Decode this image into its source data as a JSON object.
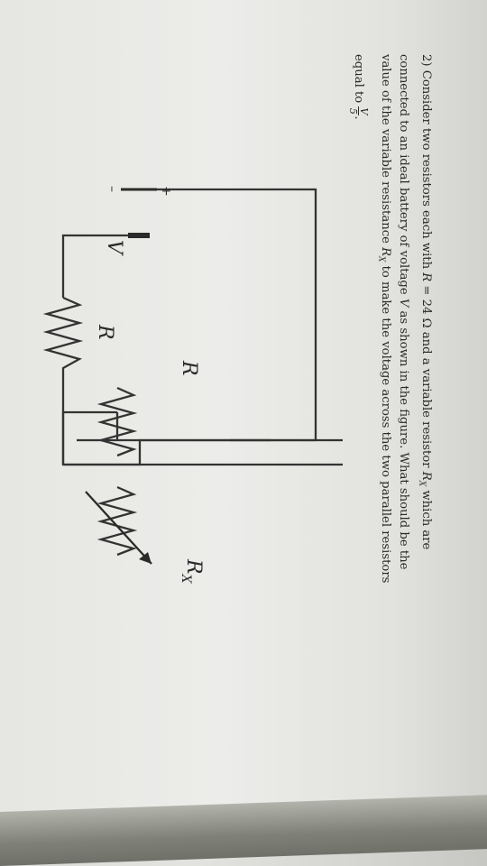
{
  "problem": {
    "line1_a": "2) Consider two resistors each with ",
    "line1_r": "R",
    "line1_b": " = 24 Ω and a variable resistor ",
    "line1_rx": "R",
    "line1_rx_sub": "X",
    "line1_c": " which are",
    "line2": "connected to an ideal battery of voltage ",
    "line2_v": "V",
    "line2_b": " as shown in the figure.  What should be the",
    "line3_a": "value of the variable resistance ",
    "line3_rx": "R",
    "line3_rx_sub": "X",
    "line3_b": " to make the voltage across the two parallel resistors",
    "line4_a": "equal to ",
    "frac_num": "V",
    "frac_den": "5",
    "line4_b": "."
  },
  "circuit": {
    "battery_label": "V",
    "battery_plus": "+",
    "battery_minus": "–",
    "series_resistor_label": "R",
    "parallel_resistor_label": "R",
    "variable_resistor_label": "R",
    "variable_resistor_sub": "X"
  }
}
